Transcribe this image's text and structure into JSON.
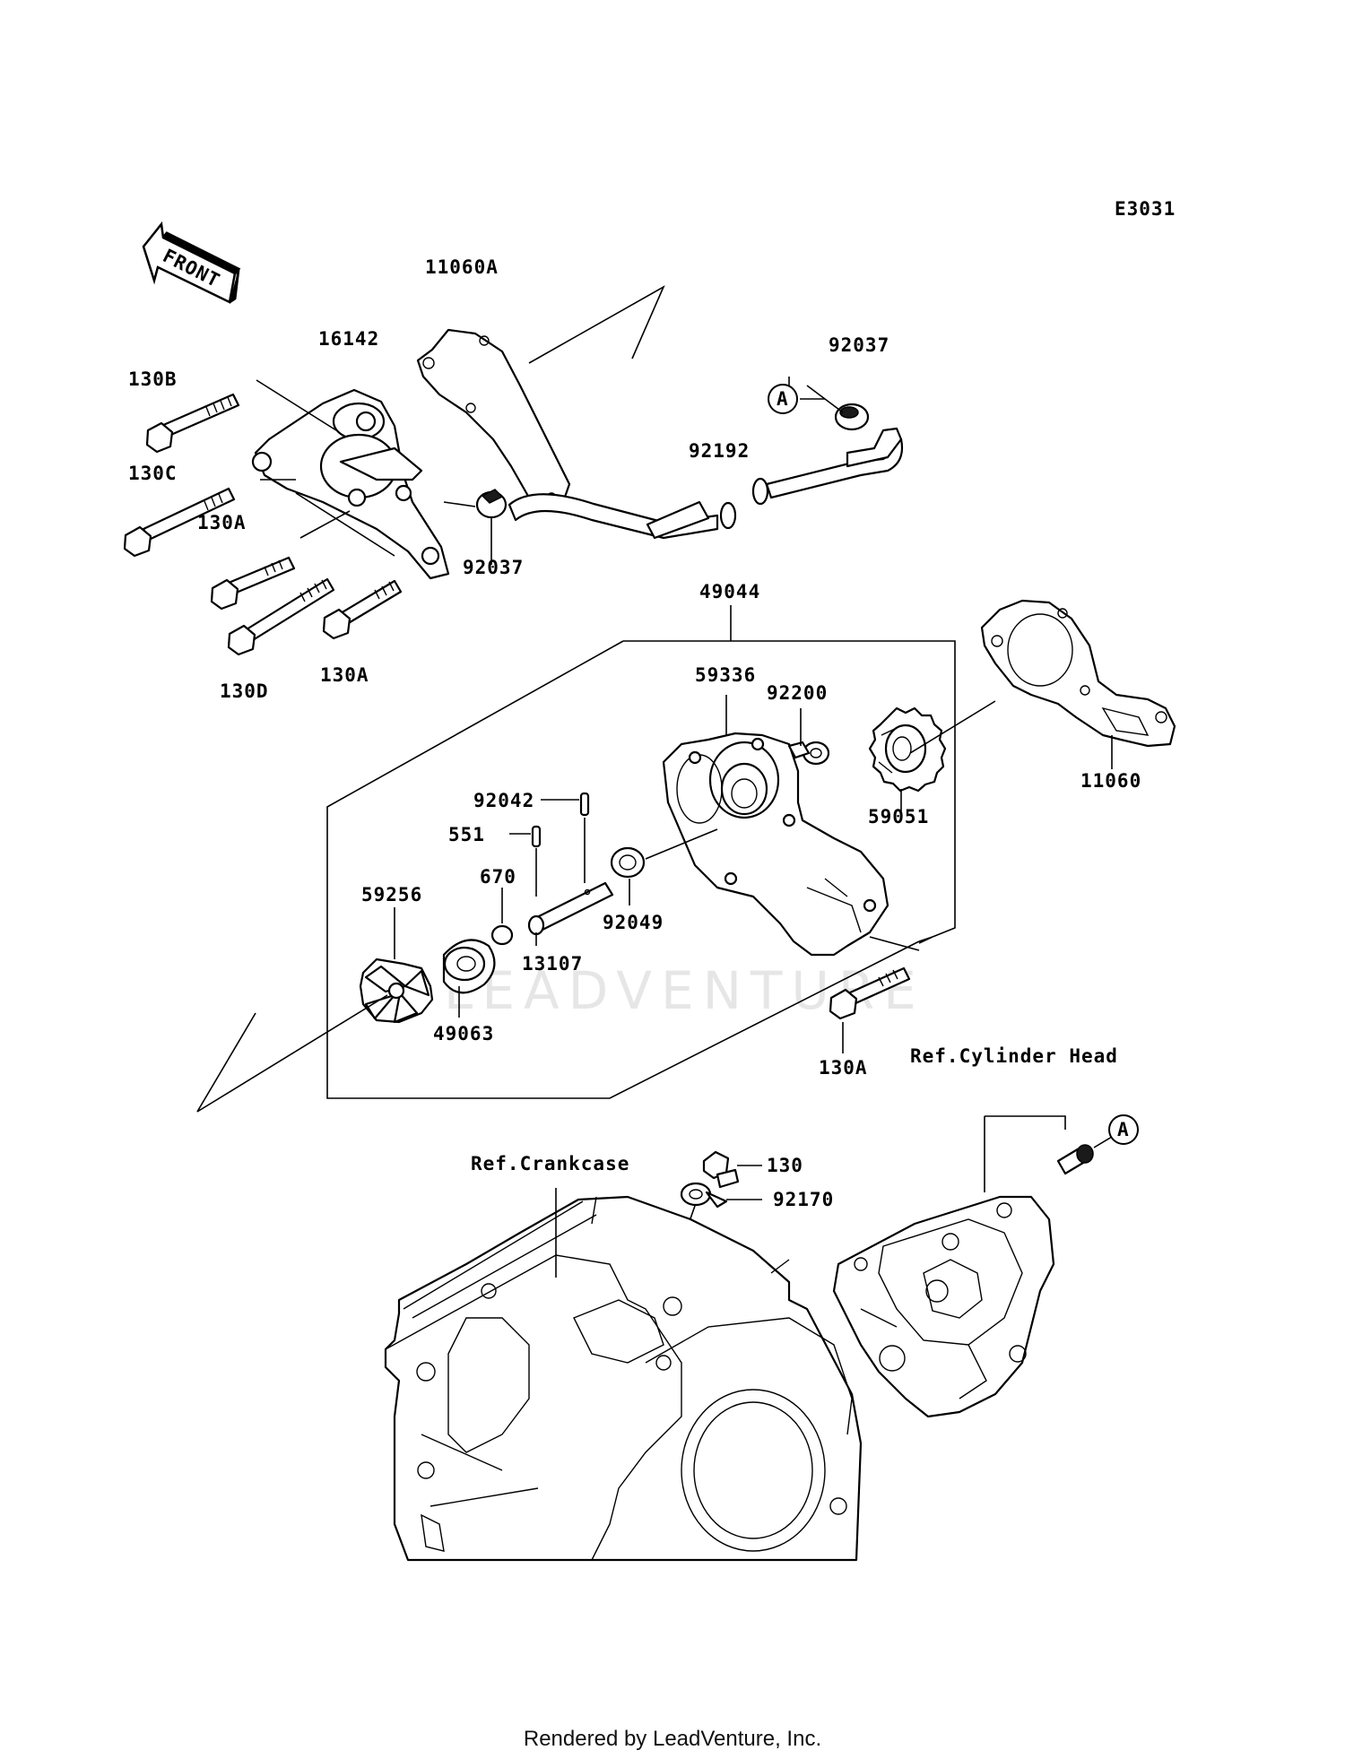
{
  "diagram_code": "E3031",
  "front_label": "FRONT",
  "callouts": {
    "p11060A": "11060A",
    "p16142": "16142",
    "p130B": "130B",
    "p130C": "130C",
    "p130A_1": "130A",
    "p130A_2": "130A",
    "p130D": "130D",
    "p92037_top": "92037",
    "p92037_mid": "92037",
    "p92192": "92192",
    "p49044": "49044",
    "p59336": "59336",
    "p92200": "92200",
    "p59051": "59051",
    "p11060": "11060",
    "p92042": "92042",
    "p551": "551",
    "p670": "670",
    "p13107": "13107",
    "p92049": "92049",
    "p59256": "59256",
    "p49063": "49063",
    "p130A_3": "130A",
    "p130": "130",
    "p92170": "92170"
  },
  "references": {
    "cylinder_head": "Ref.Cylinder Head",
    "crankcase": "Ref.Crankcase"
  },
  "connector_marks": {
    "top": "A",
    "bottom": "A"
  },
  "watermark": "LEADVENTURE",
  "footer": "Rendered by LeadVenture, Inc."
}
